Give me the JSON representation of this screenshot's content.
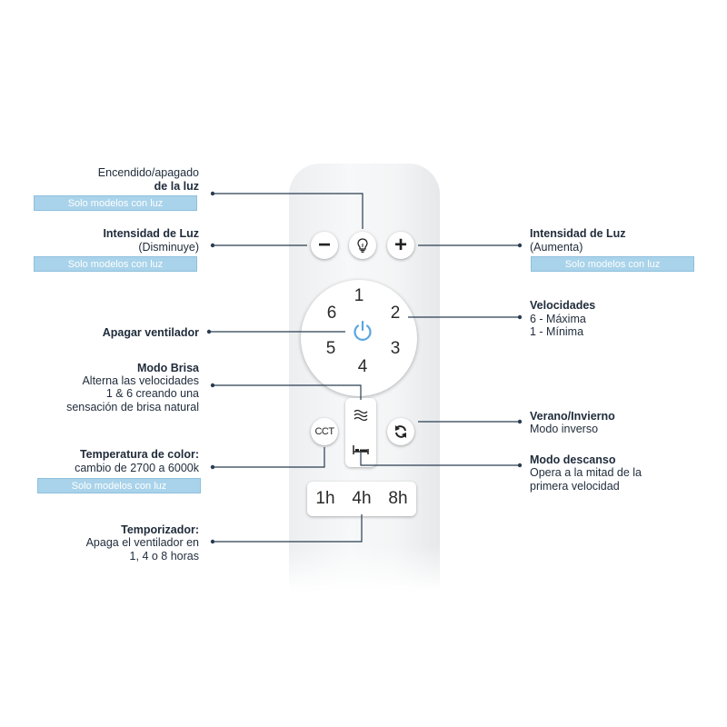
{
  "remote": {
    "minus_symbol": "−",
    "plus_symbol": "+",
    "dial_numbers": [
      "1",
      "2",
      "3",
      "4",
      "5",
      "6"
    ],
    "cct_label": "CCT",
    "timer_keys": [
      "1h",
      "4h",
      "8h"
    ]
  },
  "labels": {
    "light_toggle": {
      "line1": "Encendido/apagado",
      "line2": "de la luz",
      "tag": "Solo modelos con luz"
    },
    "light_down": {
      "title": "Intensidad de Luz",
      "sub": "(Disminuye)",
      "tag": "Solo modelos con luz"
    },
    "light_up": {
      "title": "Intensidad de Luz",
      "sub": "(Aumenta)",
      "tag": "Solo modelos con luz"
    },
    "speeds": {
      "title": "Velocidades",
      "line1": "6 - Máxima",
      "line2": "1 - Mínima"
    },
    "fan_off": {
      "title": "Apagar ventilador"
    },
    "breeze": {
      "title": "Modo Brisa",
      "line1": "Alterna las velocidades",
      "line2": "1 & 6 creando una",
      "line3": "sensación de brisa natural"
    },
    "summer_winter": {
      "title": "Verano/Invierno",
      "line1": "Modo inverso"
    },
    "color_temp": {
      "title": "Temperatura de color:",
      "line1": "cambio de 2700 a 6000k",
      "tag": "Solo modelos con luz"
    },
    "rest_mode": {
      "title": "Modo descanso",
      "line1": "Opera a la mitad de la",
      "line2": "primera velocidad"
    },
    "timer": {
      "title": "Temporizador:",
      "line1": "Apaga el ventilador en",
      "line2": "1, 4 o 8 horas"
    }
  },
  "colors": {
    "text": "#1f2b3a",
    "leader_line": "#2a3d52",
    "tag_fill": "#a9d3ea",
    "power_icon": "#5aa6e0"
  }
}
